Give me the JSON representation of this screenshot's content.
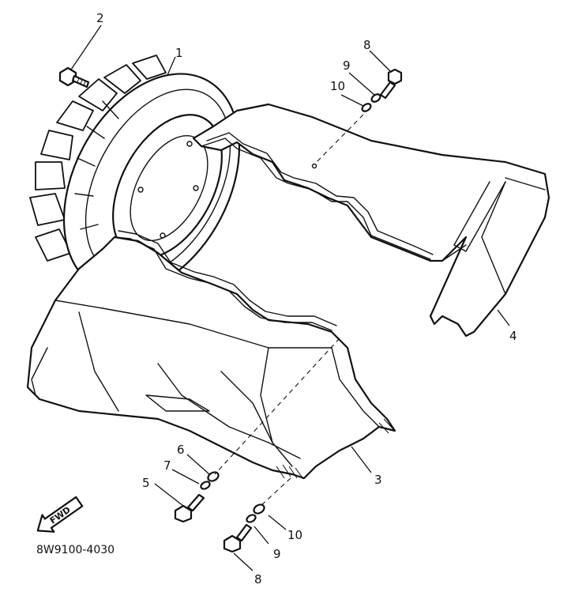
{
  "diagram": {
    "catalog_code": "8W9100-4030",
    "direction_arrow_label": "FWD",
    "callouts": [
      {
        "id": "c1",
        "label": "1"
      },
      {
        "id": "c2",
        "label": "2"
      },
      {
        "id": "c3",
        "label": "3"
      },
      {
        "id": "c4",
        "label": "4"
      },
      {
        "id": "c5",
        "label": "5"
      },
      {
        "id": "c6",
        "label": "6"
      },
      {
        "id": "c7",
        "label": "7"
      },
      {
        "id": "c8a",
        "label": "8"
      },
      {
        "id": "c9a",
        "label": "9"
      },
      {
        "id": "c10a",
        "label": "10"
      },
      {
        "id": "c8b",
        "label": "8"
      },
      {
        "id": "c9b",
        "label": "9"
      },
      {
        "id": "c10b",
        "label": "10"
      }
    ],
    "colors": {
      "ink": "#111111",
      "paper": "#ffffff"
    }
  }
}
